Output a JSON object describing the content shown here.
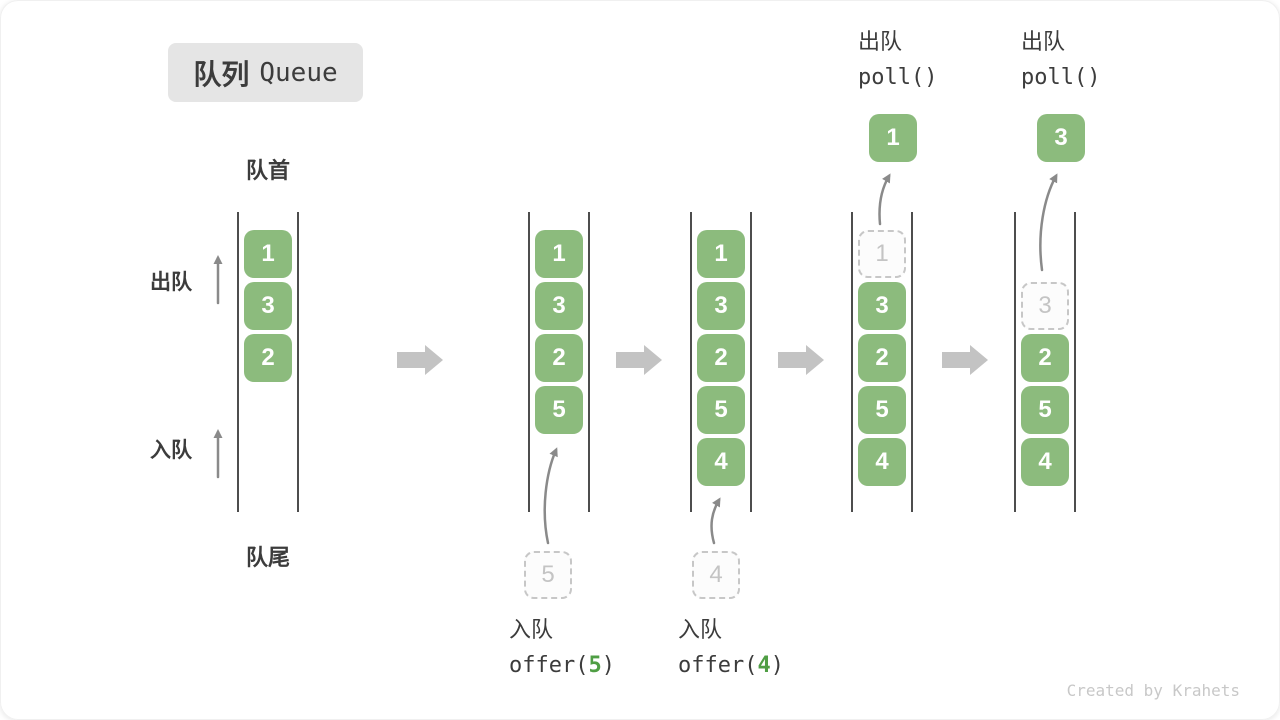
{
  "title": {
    "zh": "队列",
    "en": "Queue"
  },
  "labels": {
    "front": "队首",
    "rear": "队尾",
    "dequeue": "出队",
    "enqueue": "入队"
  },
  "watermark": "Created by Krahets",
  "colors": {
    "box_green": "#8cbb7d",
    "box_text": "#ffffff",
    "code_green": "#4f9e44",
    "dashed_border": "#c7c7c7",
    "dashed_text": "#c4c4c4",
    "column_line": "#4d4d4d",
    "thin_arrow": "#8a8a8a",
    "block_arrow": "#c3c3c3",
    "title_bg": "#e5e5e5",
    "text_dark": "#3c3c3c",
    "watermark_gray": "#c8c8c8"
  },
  "columns": [
    {
      "name": "state-1",
      "slots": [
        {
          "row": 0,
          "value": "1",
          "type": "filled"
        },
        {
          "row": 1,
          "value": "3",
          "type": "filled"
        },
        {
          "row": 2,
          "value": "2",
          "type": "filled"
        }
      ]
    },
    {
      "name": "state-2",
      "slots": [
        {
          "row": 0,
          "value": "1",
          "type": "filled"
        },
        {
          "row": 1,
          "value": "3",
          "type": "filled"
        },
        {
          "row": 2,
          "value": "2",
          "type": "filled"
        },
        {
          "row": 3,
          "value": "5",
          "type": "filled"
        }
      ],
      "pending": "5",
      "annotation": {
        "label": "入队",
        "code_prefix": "offer(",
        "code_arg": "5",
        "code_suffix": ")"
      }
    },
    {
      "name": "state-3",
      "slots": [
        {
          "row": 0,
          "value": "1",
          "type": "filled"
        },
        {
          "row": 1,
          "value": "3",
          "type": "filled"
        },
        {
          "row": 2,
          "value": "2",
          "type": "filled"
        },
        {
          "row": 3,
          "value": "5",
          "type": "filled"
        },
        {
          "row": 4,
          "value": "4",
          "type": "filled"
        }
      ],
      "pending": "4",
      "annotation": {
        "label": "入队",
        "code_prefix": "offer(",
        "code_arg": "4",
        "code_suffix": ")"
      }
    },
    {
      "name": "state-4",
      "slots": [
        {
          "row": 0,
          "value": "1",
          "type": "dashed"
        },
        {
          "row": 1,
          "value": "3",
          "type": "filled"
        },
        {
          "row": 2,
          "value": "2",
          "type": "filled"
        },
        {
          "row": 3,
          "value": "5",
          "type": "filled"
        },
        {
          "row": 4,
          "value": "4",
          "type": "filled"
        }
      ],
      "popped": "1",
      "annotation": {
        "label": "出队",
        "code_prefix": "poll()",
        "code_arg": "",
        "code_suffix": ""
      }
    },
    {
      "name": "state-5",
      "slots": [
        {
          "row": 1,
          "value": "3",
          "type": "dashed"
        },
        {
          "row": 2,
          "value": "2",
          "type": "filled"
        },
        {
          "row": 3,
          "value": "5",
          "type": "filled"
        },
        {
          "row": 4,
          "value": "4",
          "type": "filled"
        }
      ],
      "popped": "3",
      "annotation": {
        "label": "出队",
        "code_prefix": "poll()",
        "code_arg": "",
        "code_suffix": ""
      }
    }
  ]
}
